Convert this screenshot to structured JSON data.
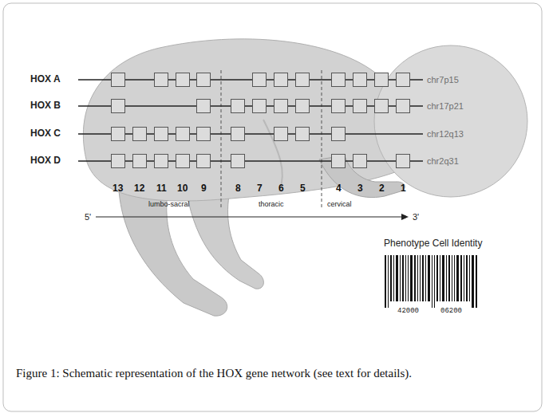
{
  "diagram": {
    "caption": "Figure 1: Schematic representation of the HOX gene network (see text for details).",
    "labels": [
      "HOX A",
      "chr7p15",
      "HOX B",
      "chr17p21",
      "HOX C",
      "chr12q13",
      "HOX D",
      "chr2q31",
      "13",
      "12",
      "11",
      "10",
      "9",
      "8",
      "7",
      "6",
      "5",
      "4",
      "3",
      "2",
      "1",
      "lumbo-sacral",
      "thoracic",
      "cervical",
      "5'",
      "3'",
      "Phenotype Cell Identity",
      "42000",
      "06200"
    ]
  }
}
